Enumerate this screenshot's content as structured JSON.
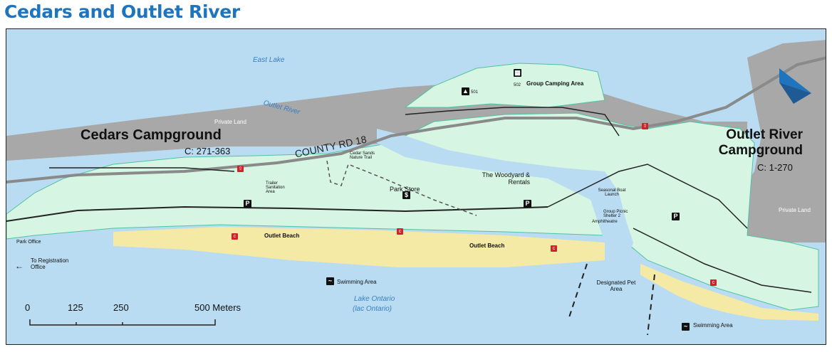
{
  "title": "Cedars and Outlet River",
  "water": {
    "east_lake": "East Lake",
    "outlet_river": "Outlet River",
    "lake_ontario": "Lake Ontario",
    "lac_ontario": "(lac Ontario)"
  },
  "areas": {
    "private_land_1": "Private Land",
    "private_land_2": "Private Land",
    "group_camping": "Group Camping Area",
    "outlet_beach_1": "Outlet Beach",
    "outlet_beach_2": "Outlet Beach",
    "swimming_1": "Swimming Area",
    "swimming_2": "Swimming Area",
    "pet_area": "Designated Pet Area",
    "nature_trail": "Cedar Sands Nature Trail"
  },
  "campgrounds": {
    "cedars_name": "Cedars Campground",
    "cedars_sites": "C: 271-363",
    "outlet_name": "Outlet River Campground",
    "outlet_sites": "C: 1-270"
  },
  "road": "COUNTY RD 18",
  "facilities": {
    "park_store": "Park Store",
    "woodyard": "The Woodyard & Rentals",
    "boat_launch": "Seasonal Boat Launch",
    "picnic_shelter": "Group Picnic Shelter 2",
    "amphitheatre": "Amphitheatre",
    "trailer_station": "Trailer Sanitation Area",
    "park_office": "Park Office",
    "registration": "To Registration Office"
  },
  "group_sites": [
    "501",
    "502"
  ],
  "scale": {
    "ticks": [
      "0",
      "125",
      "250",
      "500 Meters"
    ]
  },
  "icons": {
    "parking": "parking-icon",
    "washroom": "washroom-icon",
    "comfort_station": "comfort-station-icon",
    "store": "store-icon",
    "emergency_phone": "phone-icon",
    "swimming": "swimming-icon",
    "north_arrow": "north-arrow-icon"
  },
  "colors": {
    "water": "#b9dcf2",
    "park_land": "#d6f5e3",
    "private_land": "#a8a8a8",
    "beach": "#f5e9a6",
    "road": "#8a8a8a",
    "title": "#1f75bd"
  }
}
